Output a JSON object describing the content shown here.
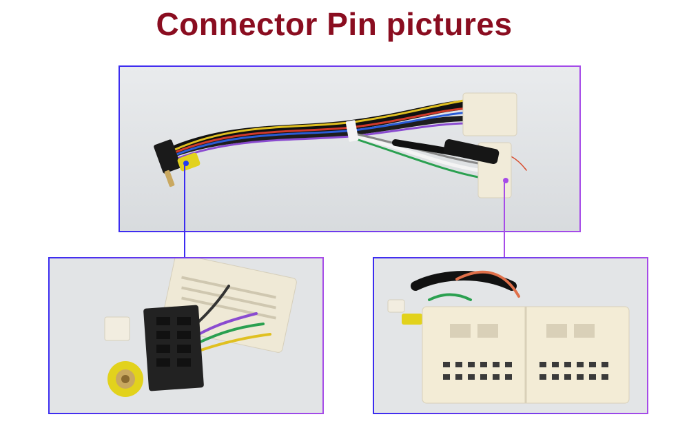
{
  "page": {
    "title": "Connector Pin pictures"
  },
  "colors": {
    "title": "#8a0d20",
    "frame_gradient_start": "#3b2cf0",
    "frame_gradient_end": "#a64be8",
    "photo_background": "#e0e3e6"
  },
  "photos": [
    {
      "name": "full-harness-photo",
      "subject": "wiring-harness"
    },
    {
      "name": "head-unit-plug-photo",
      "subject": "black-head-unit-connector"
    },
    {
      "name": "vehicle-plug-photo",
      "subject": "white-vehicle-connector"
    }
  ]
}
